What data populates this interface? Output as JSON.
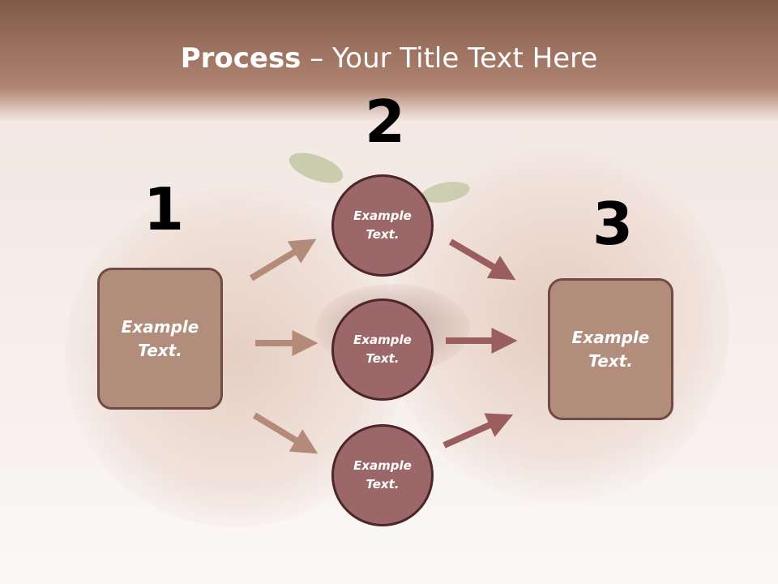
{
  "slide": {
    "title_bold": "Process",
    "title_rest": " – Your Title Text Here"
  },
  "steps": {
    "step1": {
      "number": "1",
      "label": "Example\nText."
    },
    "step2": {
      "number": "2"
    },
    "step3": {
      "number": "3",
      "label": "Example\nText."
    }
  },
  "circles": [
    {
      "label": "Example\nText."
    },
    {
      "label": "Example\nText."
    },
    {
      "label": "Example\nText."
    }
  ],
  "colors": {
    "box_fill": "#b38d7b",
    "circle_fill": "#9c6769",
    "arrow_left": "#b48a78",
    "arrow_right": "#9a5e5f"
  }
}
